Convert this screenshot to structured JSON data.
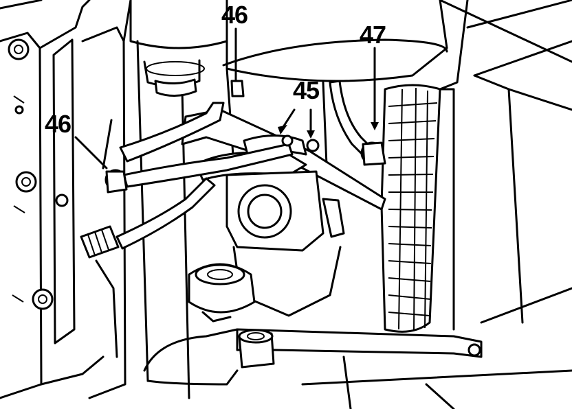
{
  "callouts": {
    "top": "46",
    "center": "45",
    "right": "47",
    "left": "46"
  }
}
